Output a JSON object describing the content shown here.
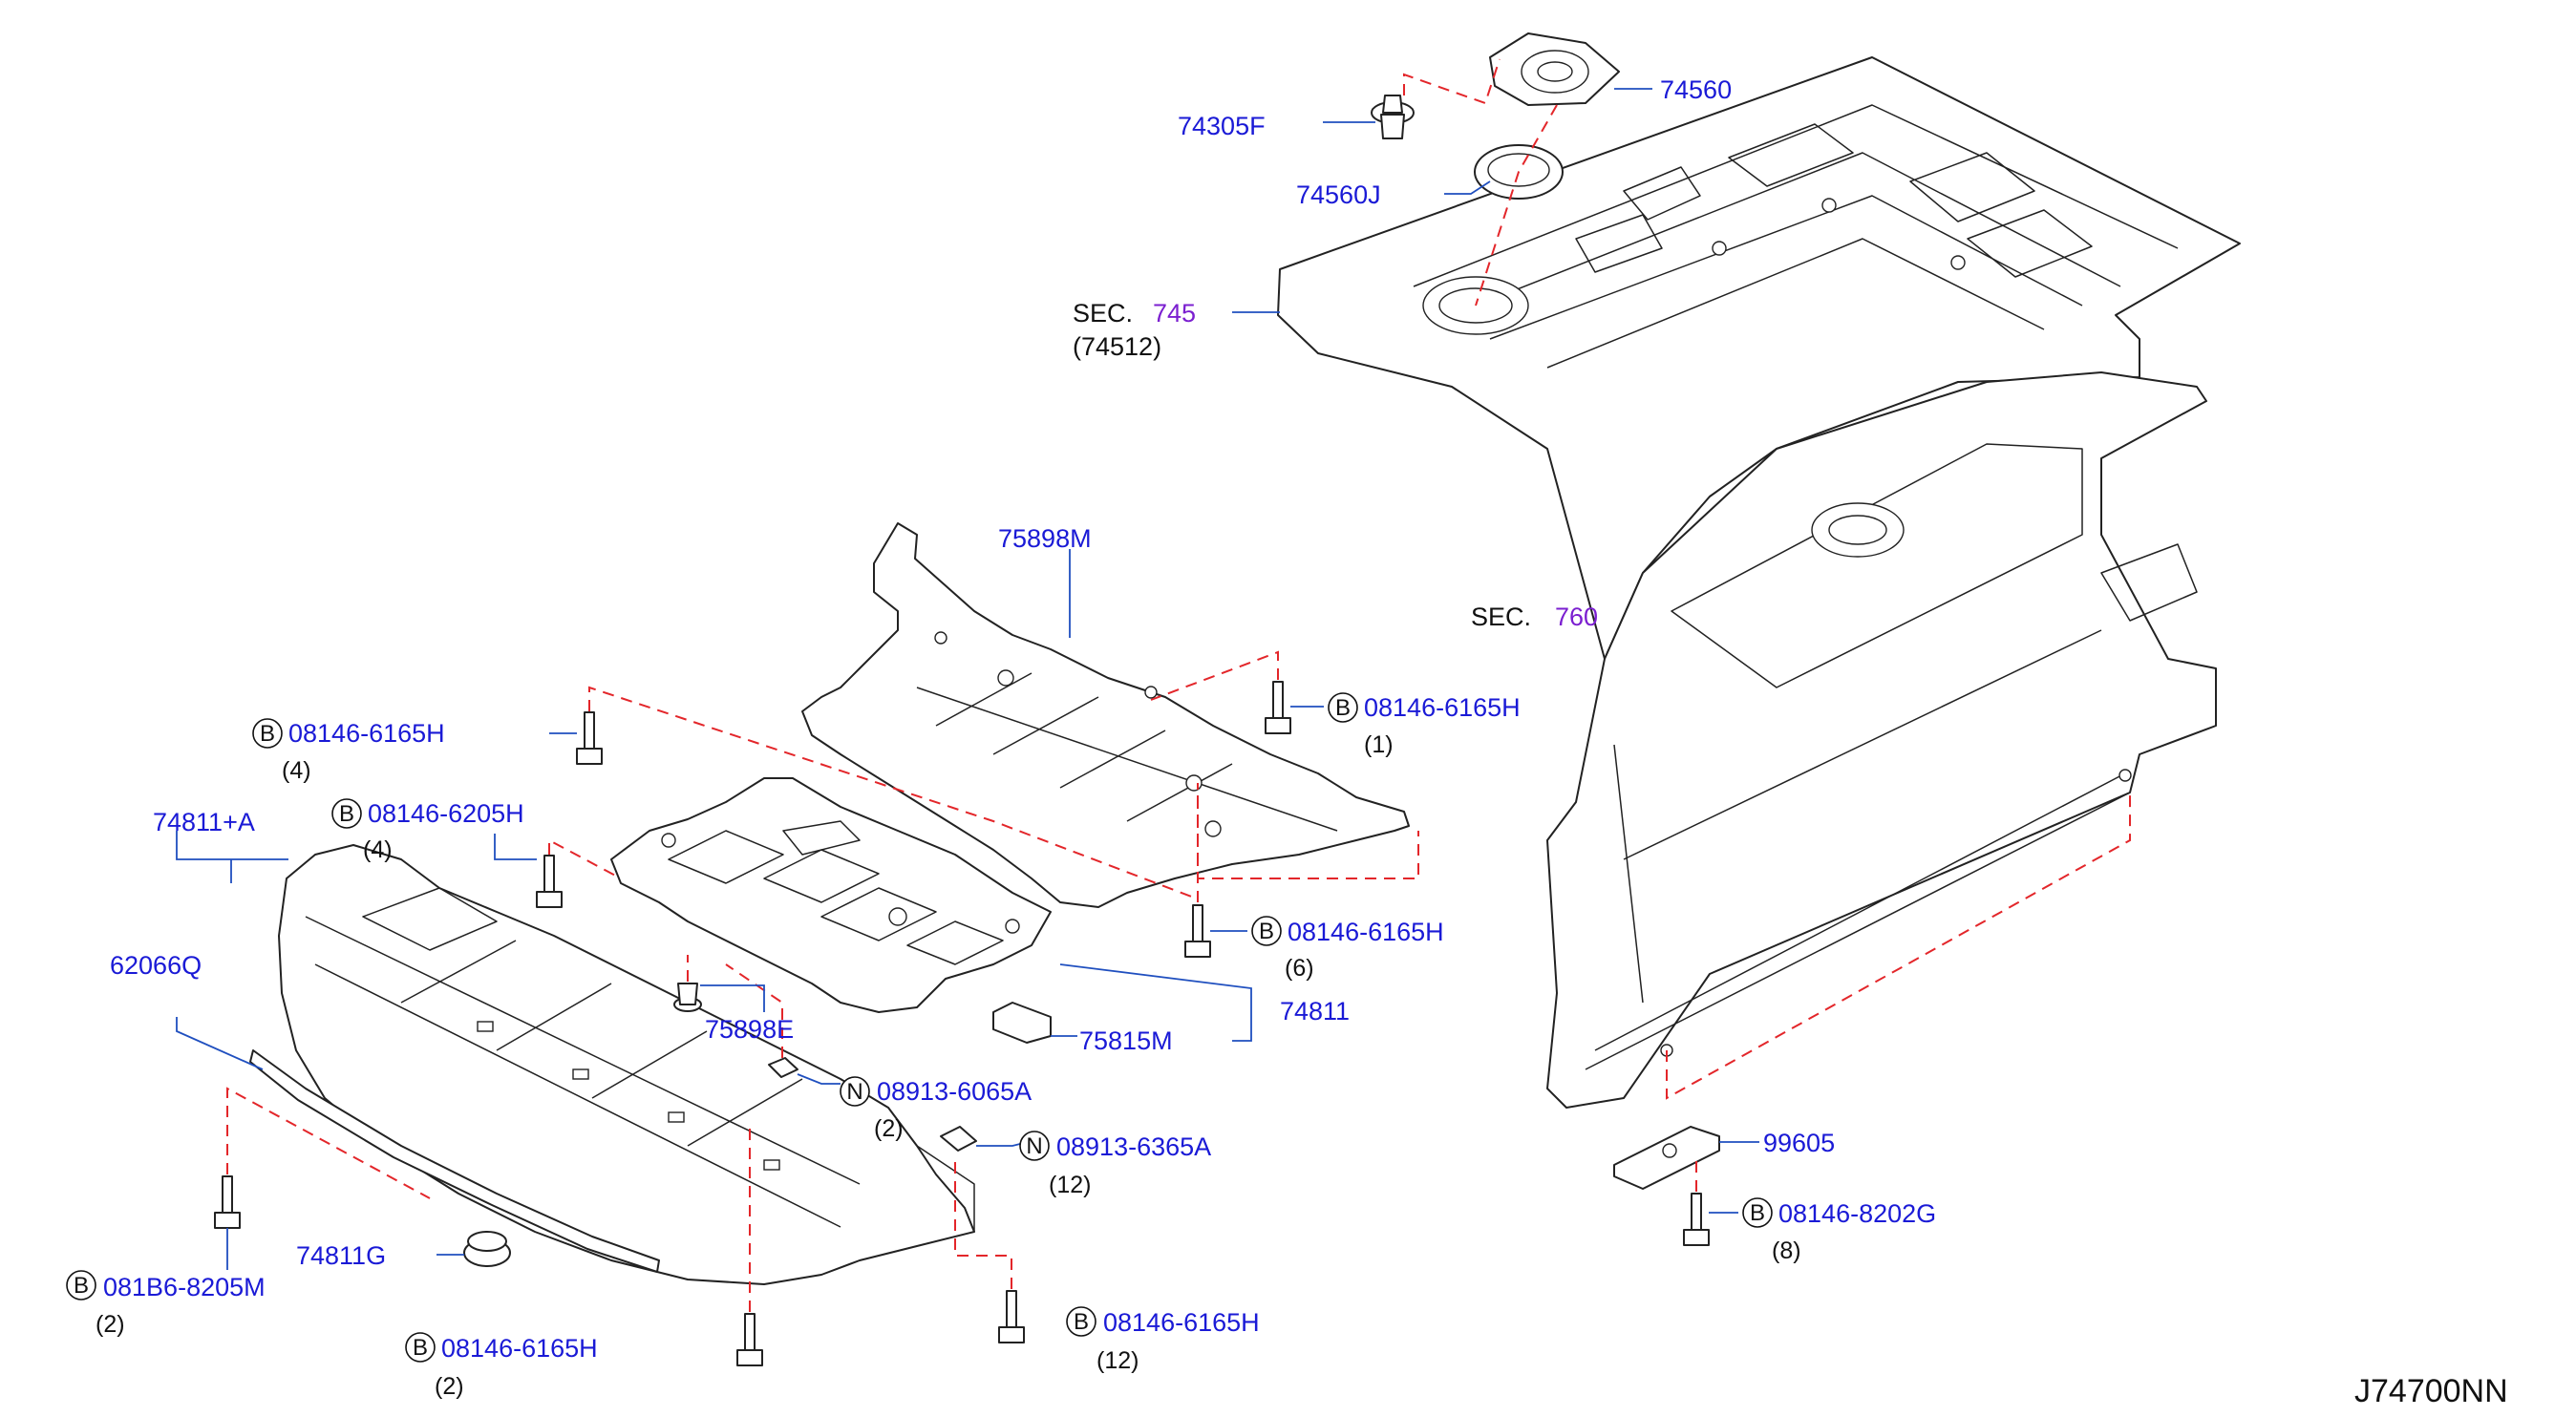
{
  "diagram_code": "J74700NN",
  "sections": [
    {
      "prefix": "SEC.",
      "number": "745",
      "sub": "(74512)"
    },
    {
      "prefix": "SEC.",
      "number": "760"
    }
  ],
  "labels": [
    {
      "id": "74560",
      "text": "74560"
    },
    {
      "id": "74305F",
      "text": "74305F"
    },
    {
      "id": "74560J",
      "text": "74560J"
    },
    {
      "id": "75898M",
      "text": "75898M"
    },
    {
      "id": "b-08146-6165H-a",
      "badge": "B",
      "text": "08146-6165H",
      "qty": "(4)"
    },
    {
      "id": "b-08146-6165H-b",
      "badge": "B",
      "text": "08146-6165H",
      "qty": "(1)"
    },
    {
      "id": "b-08146-6205H",
      "badge": "B",
      "text": "08146-6205H",
      "qty": "(4)"
    },
    {
      "id": "74811A",
      "text": "74811+A"
    },
    {
      "id": "b-08146-6165H-c",
      "badge": "B",
      "text": "08146-6165H",
      "qty": "(6)"
    },
    {
      "id": "62066Q",
      "text": "62066Q"
    },
    {
      "id": "75898E",
      "text": "75898E"
    },
    {
      "id": "75815M",
      "text": "75815M"
    },
    {
      "id": "74811",
      "text": "74811"
    },
    {
      "id": "n-08913-6065A",
      "badge": "N",
      "text": "08913-6065A",
      "qty": "(2)"
    },
    {
      "id": "n-08913-6365A",
      "badge": "N",
      "text": "08913-6365A",
      "qty": "(12)"
    },
    {
      "id": "74811G",
      "text": "74811G"
    },
    {
      "id": "b-081B6-8205M",
      "badge": "B",
      "text": "081B6-8205M",
      "qty": "(2)"
    },
    {
      "id": "b-08146-6165H-d",
      "badge": "B",
      "text": "08146-6165H",
      "qty": "(2)"
    },
    {
      "id": "b-08146-6165H-e",
      "badge": "B",
      "text": "08146-6165H",
      "qty": "(12)"
    },
    {
      "id": "99605",
      "text": "99605"
    },
    {
      "id": "b-08146-8202G",
      "badge": "B",
      "text": "08146-8202G",
      "qty": "(8)"
    }
  ],
  "colors": {
    "part_number": "#1a1ad6",
    "section_number": "#7b1fd0",
    "leader": "#1f4fbf",
    "dashed_link": "#e3262a",
    "linework": "#222222"
  }
}
